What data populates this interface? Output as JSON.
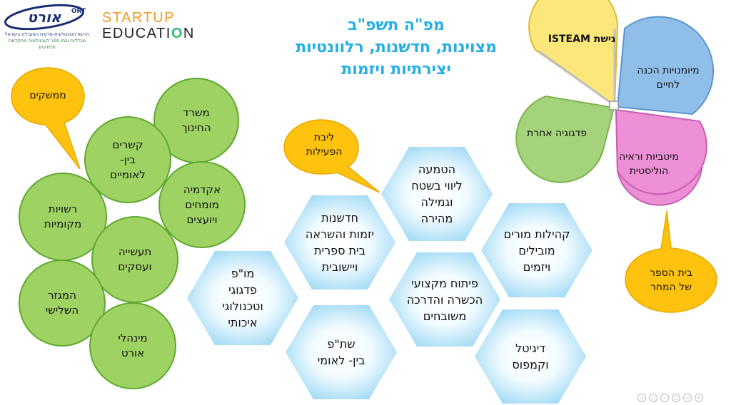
{
  "logos": {
    "ort_text": "אורט",
    "ort_badge": "ORT",
    "ort_sub_line1": "הרשת הטכנולוגית-מדעית המובילה בישראל",
    "ort_sub_line2": "מכללות ובתי-ספר לטכנולוגיה מתקדמת ולמדעים",
    "startup_line1": "STARTUP",
    "startup_line2_pre": "EDUCATI",
    "startup_line2_o": "O",
    "startup_line2_post": "N"
  },
  "title": {
    "line1": "מפ\"ה תשפ\"ב",
    "line2": "מצוינות, חדשנות, רלוונטיות",
    "line3": "יצירתיות ויזמות"
  },
  "green_circles": [
    {
      "label": "משרד\nהחינוך"
    },
    {
      "label": "קשרים\nבין-\nלאומיים"
    },
    {
      "label": "אקדמיה\nמומחים\nויועצים"
    },
    {
      "label": "רשויות\nמקומיות"
    },
    {
      "label": "תעשייה\nועסקים"
    },
    {
      "label": "המגזר\nהשלישי"
    },
    {
      "label": "מינהלי\nאורט"
    }
  ],
  "bubbles": {
    "partners": "ממשקים",
    "core": "ליבת\nהפעילות",
    "school": "בית הספר\nשל המחר"
  },
  "hexagons": [
    {
      "label": "הטמעה\nליווי בשטח\nוגמילה\nמהירה"
    },
    {
      "label": "חדשנות\nיזמות והשראה\nבית ספרית\nויישובית"
    },
    {
      "label": "קהילות מורים\nמובילים\nויזמים"
    },
    {
      "label": "פיתוח מקצועי\nהכשרה והדרכה\nמשובחים"
    },
    {
      "label": "מו\"פ\nפדגוגי\nוטכנולוגי\nאיכותי"
    },
    {
      "label": "שת\"פ\nבין- לאומי"
    },
    {
      "label": "דיגיטל\nוקמפוס"
    }
  ],
  "petals": [
    {
      "label": "גישת ISTEAM",
      "color": "#fde77a"
    },
    {
      "label": "מיומנויות הכנה\nלחיים",
      "color": "#8fbfe9"
    },
    {
      "label": "פדגוגיה אחרת",
      "color": "#a5d37b"
    },
    {
      "label": "מיטביות וראיה\nהוליסטית",
      "color": "#ec8fd6"
    }
  ],
  "colors": {
    "title": "#23aee6",
    "circle_fill": "#9ed364",
    "bubble_fill": "#ffc20e",
    "hex_edge": "#59c0ec"
  },
  "toolbar": {
    "icons": [
      "minus-icon",
      "zoom-icon",
      "search-icon",
      "copy-icon",
      "link-icon",
      "plus-icon"
    ]
  }
}
